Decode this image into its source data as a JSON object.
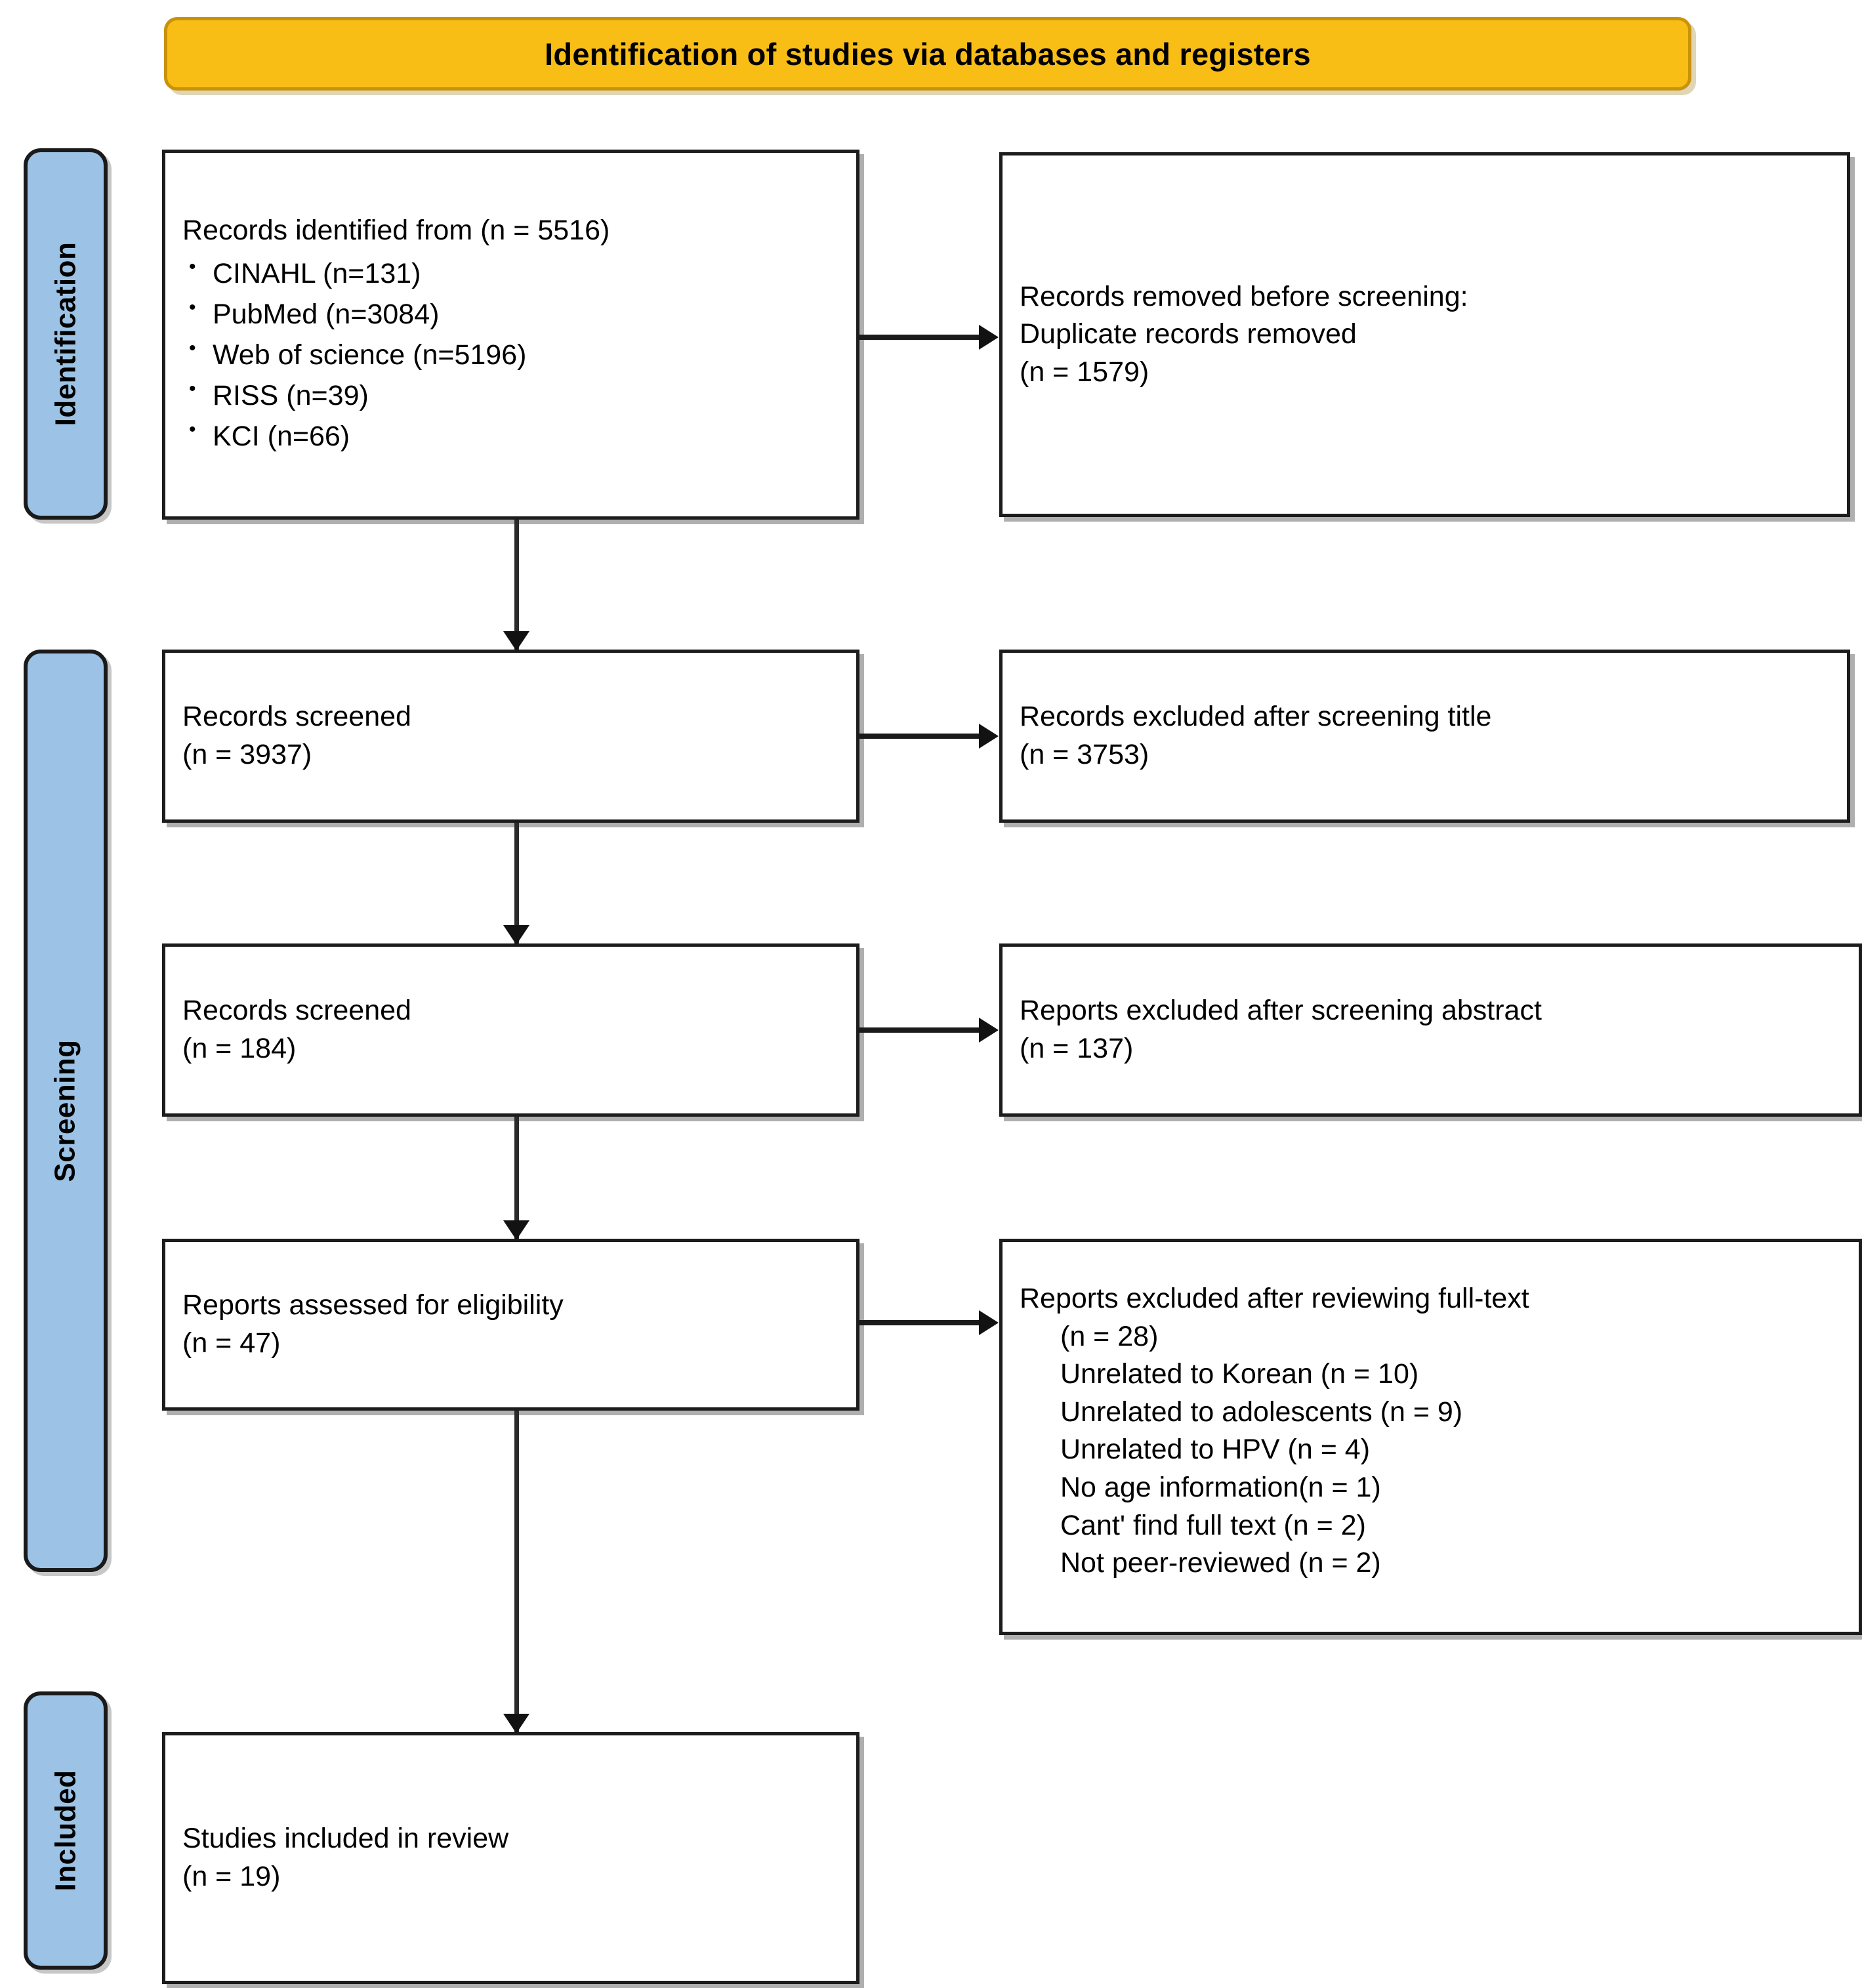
{
  "header": {
    "title": "Identification of studies via databases and registers",
    "background_color": "#F9BE16",
    "border_color": "#C9920A"
  },
  "phases": {
    "identification": "Identification",
    "screening": "Screening",
    "included": "Included",
    "color": "#9CC3E5"
  },
  "boxes": {
    "identified": {
      "heading": "Records identified from (n = 5516)",
      "sources": [
        "CINAHL (n=131)",
        "PubMed (n=3084)",
        "Web of science (n=5196)",
        "RISS (n=39)",
        "KCI (n=66)"
      ]
    },
    "removed": {
      "line1": "Records removed before screening:",
      "line2": "Duplicate records removed",
      "line3": "(n = 1579)"
    },
    "screened_title": {
      "line1": "Records screened",
      "line2": "(n = 3937)"
    },
    "excluded_title": {
      "line1": "Records excluded after screening title",
      "line2": "(n = 3753)"
    },
    "screened_abstract": {
      "line1": "Records screened",
      "line2": "(n = 184)"
    },
    "excluded_abstract": {
      "line1": "Reports excluded after screening abstract",
      "line2": "(n = 137)"
    },
    "eligibility": {
      "line1": "Reports assessed for eligibility",
      "line2": "(n = 47)"
    },
    "excluded_fulltext": {
      "heading": "Reports excluded after reviewing full-text",
      "total": "(n = 28)",
      "reasons": [
        "Unrelated to Korean (n = 10)",
        "Unrelated to adolescents (n = 9)",
        "Unrelated to HPV (n = 4)",
        "No age information(n = 1)",
        "Cant' find full text (n = 2)",
        "Not peer-reviewed (n = 2)"
      ]
    },
    "included": {
      "line1": "Studies included in review",
      "line2": "(n = 19)"
    }
  },
  "chart_data": {
    "type": "diagram",
    "title": "Identification of studies via databases and registers",
    "flow": [
      {
        "stage": "Records identified from",
        "n": 5516,
        "phase": "Identification"
      },
      {
        "stage": "CINAHL",
        "n": 131,
        "phase": "Identification"
      },
      {
        "stage": "PubMed",
        "n": 3084,
        "phase": "Identification"
      },
      {
        "stage": "Web of science",
        "n": 5196,
        "phase": "Identification"
      },
      {
        "stage": "RISS",
        "n": 39,
        "phase": "Identification"
      },
      {
        "stage": "KCI",
        "n": 66,
        "phase": "Identification"
      },
      {
        "stage": "Duplicate records removed",
        "n": 1579,
        "phase": "Identification"
      },
      {
        "stage": "Records screened (title)",
        "n": 3937,
        "phase": "Screening"
      },
      {
        "stage": "Records excluded after screening title",
        "n": 3753,
        "phase": "Screening"
      },
      {
        "stage": "Records screened (abstract)",
        "n": 184,
        "phase": "Screening"
      },
      {
        "stage": "Reports excluded after screening abstract",
        "n": 137,
        "phase": "Screening"
      },
      {
        "stage": "Reports assessed for eligibility",
        "n": 47,
        "phase": "Screening"
      },
      {
        "stage": "Reports excluded after reviewing full-text",
        "n": 28,
        "phase": "Screening"
      },
      {
        "stage": "Unrelated to Korean",
        "n": 10,
        "phase": "Screening"
      },
      {
        "stage": "Unrelated to adolescents",
        "n": 9,
        "phase": "Screening"
      },
      {
        "stage": "Unrelated to HPV",
        "n": 4,
        "phase": "Screening"
      },
      {
        "stage": "No age information",
        "n": 1,
        "phase": "Screening"
      },
      {
        "stage": "Cant' find full text",
        "n": 2,
        "phase": "Screening"
      },
      {
        "stage": "Not peer-reviewed",
        "n": 2,
        "phase": "Screening"
      },
      {
        "stage": "Studies included in review",
        "n": 19,
        "phase": "Included"
      }
    ]
  }
}
